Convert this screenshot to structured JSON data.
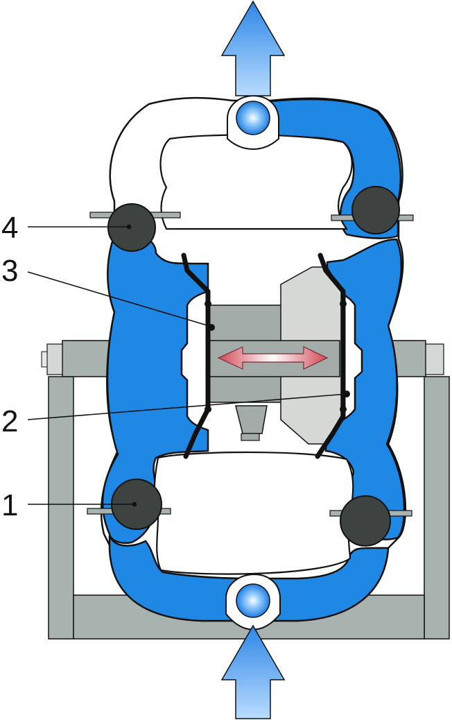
{
  "callouts": [
    {
      "id": "1",
      "label": "1"
    },
    {
      "id": "2",
      "label": "2"
    },
    {
      "id": "3",
      "label": "3"
    },
    {
      "id": "4",
      "label": "4"
    }
  ],
  "colors": {
    "fluid": "#1f87e4",
    "fluid_dark": "#0f5a9c",
    "frame": "#a8b2ae",
    "frame_dark": "#8c9692",
    "housing": "#ffffff",
    "air_chamber": "#d6d8d6",
    "shaft": "#a3aca8",
    "ball": "#3d4340",
    "diaphragm": "#111111",
    "arrow_flow": "#4f9ff0",
    "arrow_motion": "#d65a66"
  },
  "icons": {
    "flow_out": "arrow-up-icon",
    "flow_in": "arrow-up-icon",
    "shaft_motion": "double-arrow-horizontal-icon"
  }
}
